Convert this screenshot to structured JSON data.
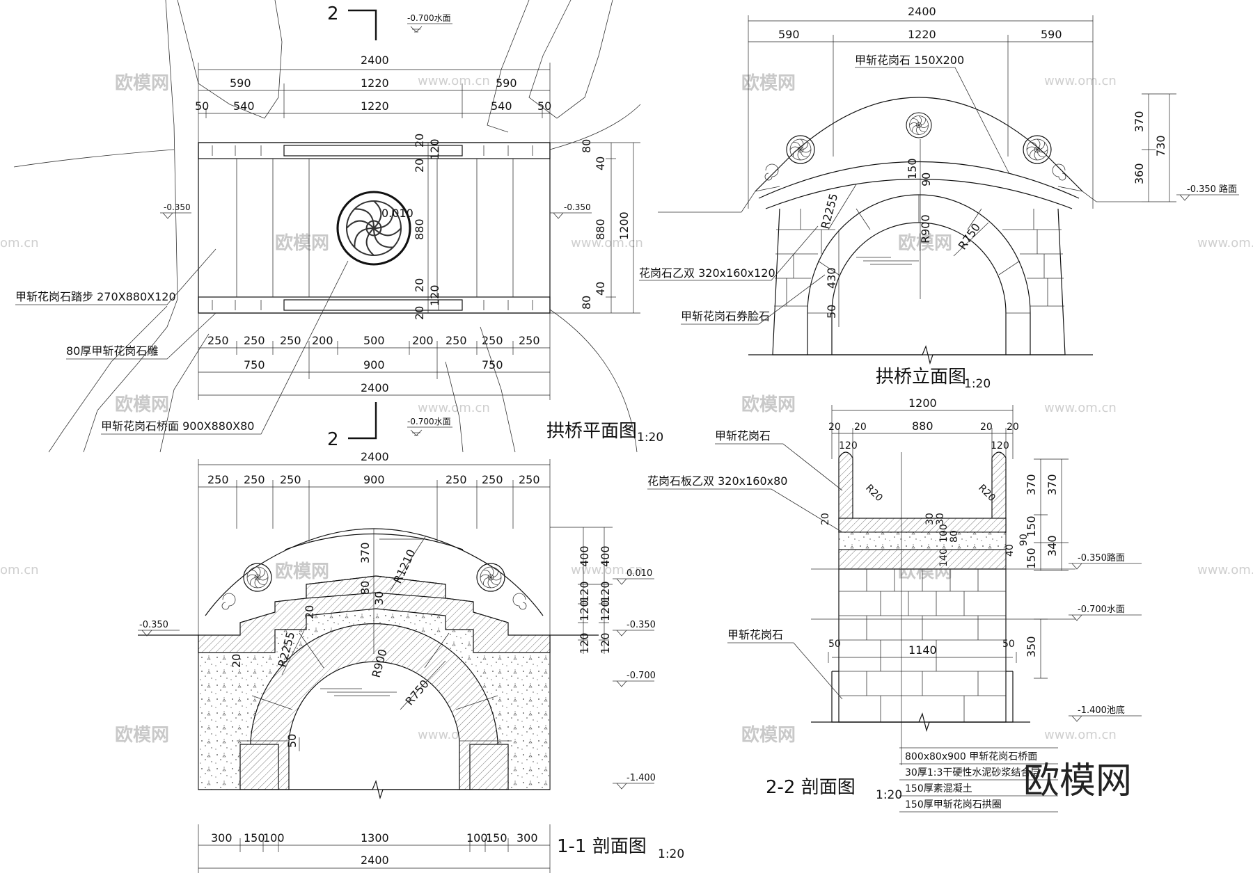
{
  "plan": {
    "title": "拱桥平面图",
    "scale": "1:20",
    "section_mark": "2",
    "water_level": "-0.700水面",
    "level_left": "-0.350",
    "level_right": "-0.350",
    "level_center": "0.010",
    "dims_top": [
      "2400",
      "590",
      "1220",
      "590",
      "50",
      "540",
      "1220",
      "540",
      "50"
    ],
    "dims_right": [
      "80",
      "40",
      "880",
      "40",
      "80",
      "1200",
      "20",
      "120",
      "20",
      "880",
      "20",
      "120",
      "20"
    ],
    "dims_bottom": [
      "250",
      "250",
      "250",
      "200",
      "500",
      "200",
      "250",
      "250",
      "250",
      "750",
      "900",
      "750",
      "2400"
    ],
    "notes": [
      "甲斩花岗石踏步 270X880X120",
      "80厚甲斩花岗石雕",
      "甲斩花岗石桥面 900X880X80"
    ]
  },
  "elevation": {
    "title": "拱桥立面图",
    "scale": "1:20",
    "dims_top": [
      "2400",
      "590",
      "1220",
      "590"
    ],
    "dims_right": [
      "370",
      "360",
      "730"
    ],
    "road_level": "-0.350 路面",
    "dims_inner": [
      "150",
      "90",
      "430",
      "50"
    ],
    "radii": [
      "R2255",
      "R900",
      "R750"
    ],
    "notes": [
      "甲斩花岗石 150X200",
      "花岗石乙双 320x160x120",
      "甲斩花岗石券脸石"
    ]
  },
  "section11": {
    "title": "1-1 剖面图",
    "scale": "1:20",
    "dims_top": [
      "2400",
      "250",
      "250",
      "250",
      "900",
      "250",
      "250",
      "250"
    ],
    "dims_bottom": [
      "300",
      "150",
      "100",
      "1300",
      "100",
      "150",
      "300",
      "2400"
    ],
    "dims_right": [
      "400",
      "400",
      "120",
      "120",
      "120",
      "120",
      "120",
      "120"
    ],
    "levels": [
      "0.010",
      "-0.350",
      "-0.350",
      "-0.700",
      "-1.400"
    ],
    "dims_inner": [
      "370",
      "80",
      "30",
      "20",
      "20",
      "50"
    ],
    "radii": [
      "R1210",
      "R2255",
      "R900",
      "R750"
    ]
  },
  "section22": {
    "title": "2-2 剖面图",
    "scale": "1:20",
    "dims_top": [
      "1200",
      "20",
      "20",
      "880",
      "20",
      "20"
    ],
    "dims_inner": [
      "120",
      "120",
      "R20",
      "R20",
      "20",
      "30",
      "30",
      "100",
      "80",
      "140",
      "40",
      "90",
      "1140",
      "50",
      "50"
    ],
    "dims_right": [
      "370",
      "150",
      "150",
      "340",
      "370",
      "350"
    ],
    "levels": [
      "-0.350路面",
      "-0.700水面",
      "-1.400池底"
    ],
    "notes": [
      "甲斩花岗石",
      "花岗石板乙双 320x160x80",
      "甲斩花岗石"
    ],
    "legend": [
      "800x80x900 甲斩花岗石桥面",
      "30厚1:3干硬性水泥砂浆结合层",
      "150厚素混凝土",
      "150厚甲斩花岗石拱圈"
    ]
  },
  "watermark": {
    "brand": "欧模网",
    "url": "www.om.cn",
    "url_short": "om.cn",
    "logo": "欧模网"
  }
}
